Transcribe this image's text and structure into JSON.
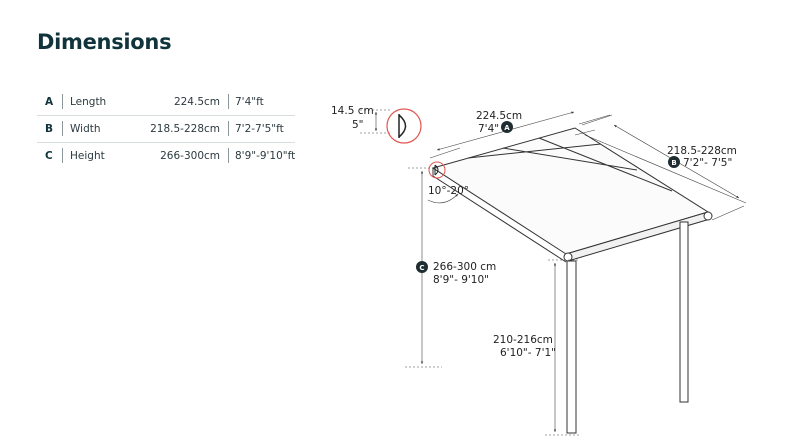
{
  "title": "Dimensions",
  "rows": [
    {
      "letter": "A",
      "name": "Length",
      "metric": "224.5cm",
      "imperial": "7'4\"ft"
    },
    {
      "letter": "B",
      "name": "Width",
      "metric": "218.5-228cm",
      "imperial": "7'2-7'5\"ft"
    },
    {
      "letter": "C",
      "name": "Height",
      "metric": "266-300cm",
      "imperial": "8'9\"-9'10\"ft"
    }
  ],
  "diagram": {
    "gutter_metric": "14.5 cm",
    "gutter_imperial": "5\"",
    "length_metric": "224.5cm",
    "length_imperial": "7'4\"",
    "length_letter": "A",
    "width_metric": "218.5-228cm",
    "width_imperial": "7'2\"- 7'5\"",
    "width_letter": "B",
    "angle": "10°-20°",
    "height_metric": "266-300 cm",
    "height_imperial": "8'9\"- 9'10\"",
    "height_letter": "C",
    "post_metric": "210-216cm",
    "post_imperial": "6'10\"- 7'1\""
  },
  "colors": {
    "title": "#11343c",
    "marker": "#1f2d33",
    "highlight": "#e2554f",
    "divider": "#d7dcde"
  }
}
